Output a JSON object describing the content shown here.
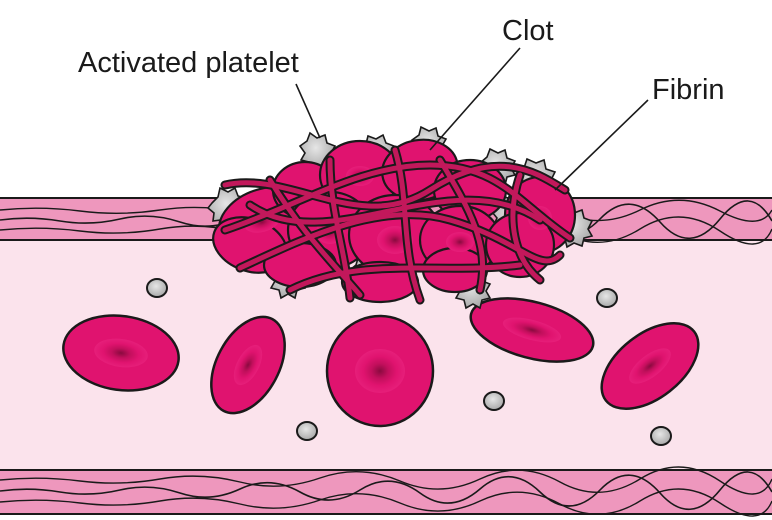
{
  "labels": {
    "activated_platelet": "Activated platelet",
    "clot": "Clot",
    "fibrin": "Fibrin"
  },
  "colors": {
    "red_blood_cell": "#e0136f",
    "vessel_lumen": "#fbe3ec",
    "vessel_wall": "#ee97bd",
    "platelet": "#c8c8c8",
    "outline": "#1a1a1a"
  }
}
